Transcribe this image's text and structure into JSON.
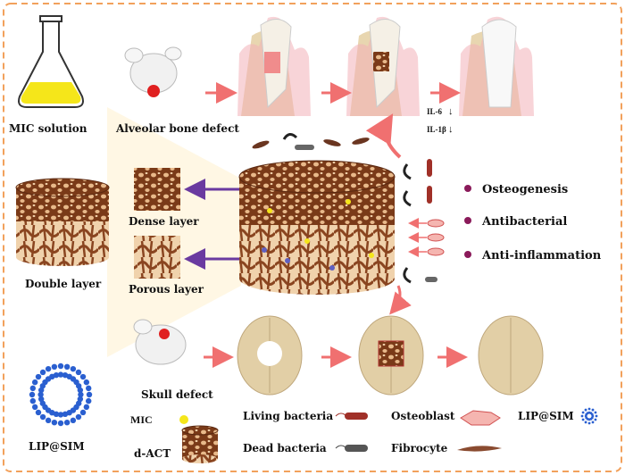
{
  "labels": {
    "mic_solution": "MIC solution",
    "alveolar_bone_defect": "Alveolar bone defect",
    "skull_defect": "Skull defect",
    "dense_layer": "Dense layer",
    "porous_layer": "Porous layer",
    "double_layer": "Double layer",
    "lip_sim": "LIP@SIM",
    "il6": "IL-6",
    "il1b": "IL-1β"
  },
  "effects": [
    "Osteogenesis",
    "Antibacterial",
    "Anti-inflammation"
  ],
  "legend": {
    "mic": "MIC",
    "d_act": "d-ACT",
    "living_bacteria": "Living bacteria",
    "dead_bacteria": "Dead bacteria",
    "osteoblast": "Osteoblast",
    "fibrocyte": "Fibrocyte",
    "lip_sim": "LIP@SIM"
  },
  "colors": {
    "frame": "#f2a15c",
    "arrow": "#f07070",
    "purple_arrow": "#6a3aa0",
    "bullet": "#8a1a5a",
    "scaffold": "#7a3a18",
    "bone": "#e8d6b0",
    "gum": "#f2b0b8",
    "mic": "#f5e61a",
    "lip": "#2a5fd0"
  }
}
